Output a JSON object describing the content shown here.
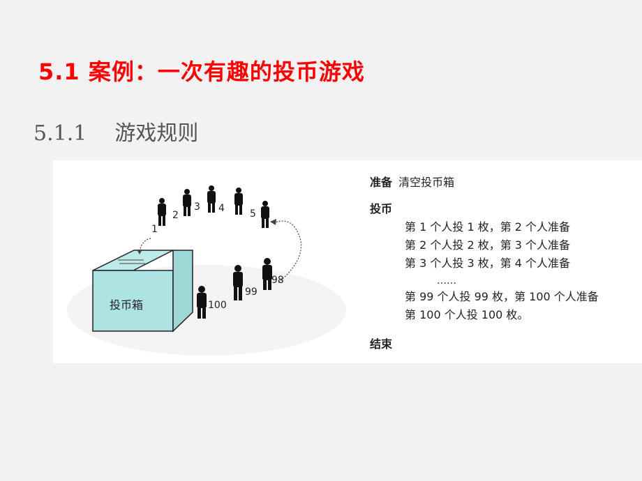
{
  "title": "5.1  案例：一次有趣的投币游戏",
  "subtitle": {
    "number": "5.1.1",
    "text": "游戏规则"
  },
  "illustration": {
    "box_label": "投币箱",
    "person_labels": [
      "1",
      "2",
      "3",
      "4",
      "5",
      "98",
      "99",
      "100"
    ]
  },
  "rules": {
    "prepare_heading": "准备",
    "prepare_text": "清空投币箱",
    "coin_heading": "投币",
    "steps": [
      "第 1 个人投 1 枚，第 2 个人准备",
      "第 2 个人投 2 枚，第 3 个人准备",
      "第 3 个人投 3 枚，第 4 个人准备",
      "……",
      "第 99 个人投 99 枚，第 100 个人准备",
      "第 100 个人投 100 枚。"
    ],
    "end_heading": "结束"
  }
}
